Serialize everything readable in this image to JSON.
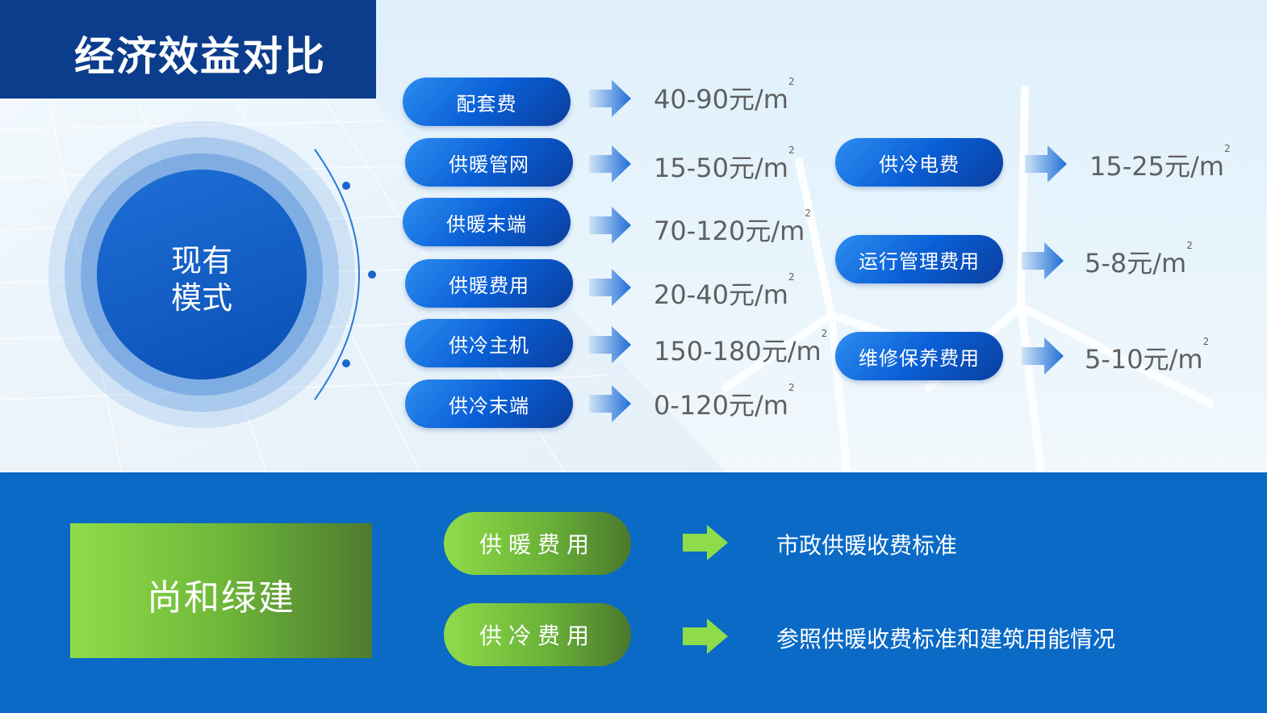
{
  "title": "经济效益对比",
  "current_mode": {
    "line1": "现有",
    "line2": "模式"
  },
  "left_items": [
    {
      "label": "配套费",
      "value": "40-90元/m",
      "unit_sup": "2"
    },
    {
      "label": "供暖管网",
      "value": "15-50元/m",
      "unit_sup": "2"
    },
    {
      "label": "供暖末端",
      "value": "70-120元/m",
      "unit_sup": "2"
    },
    {
      "label": "供暖费用",
      "value": "20-40元/m",
      "unit_sup": "2"
    },
    {
      "label": "供冷主机",
      "value": "150-180元/m",
      "unit_sup": "2"
    },
    {
      "label": "供冷末端",
      "value": "0-120元/m",
      "unit_sup": "2"
    }
  ],
  "right_items": [
    {
      "label": "供冷电费",
      "value": "15-25元/m",
      "unit_sup": "2"
    },
    {
      "label": "运行管理费用",
      "value": "5-8元/m",
      "unit_sup": "2"
    },
    {
      "label": "维修保养费用",
      "value": "5-10元/m",
      "unit_sup": "2"
    }
  ],
  "green_mode": "尚和绿建",
  "green_items": [
    {
      "label": "供暖费用",
      "text": "市政供暖收费标准"
    },
    {
      "label": "供冷费用",
      "text": "参照供暖收费标准和建筑用能情况"
    }
  ],
  "colors": {
    "title_bg": "#0c3d8c",
    "bottom_bg": "#0a6ac6",
    "green": "#8fdc4a",
    "blue_pill": "#0a5fd6"
  }
}
